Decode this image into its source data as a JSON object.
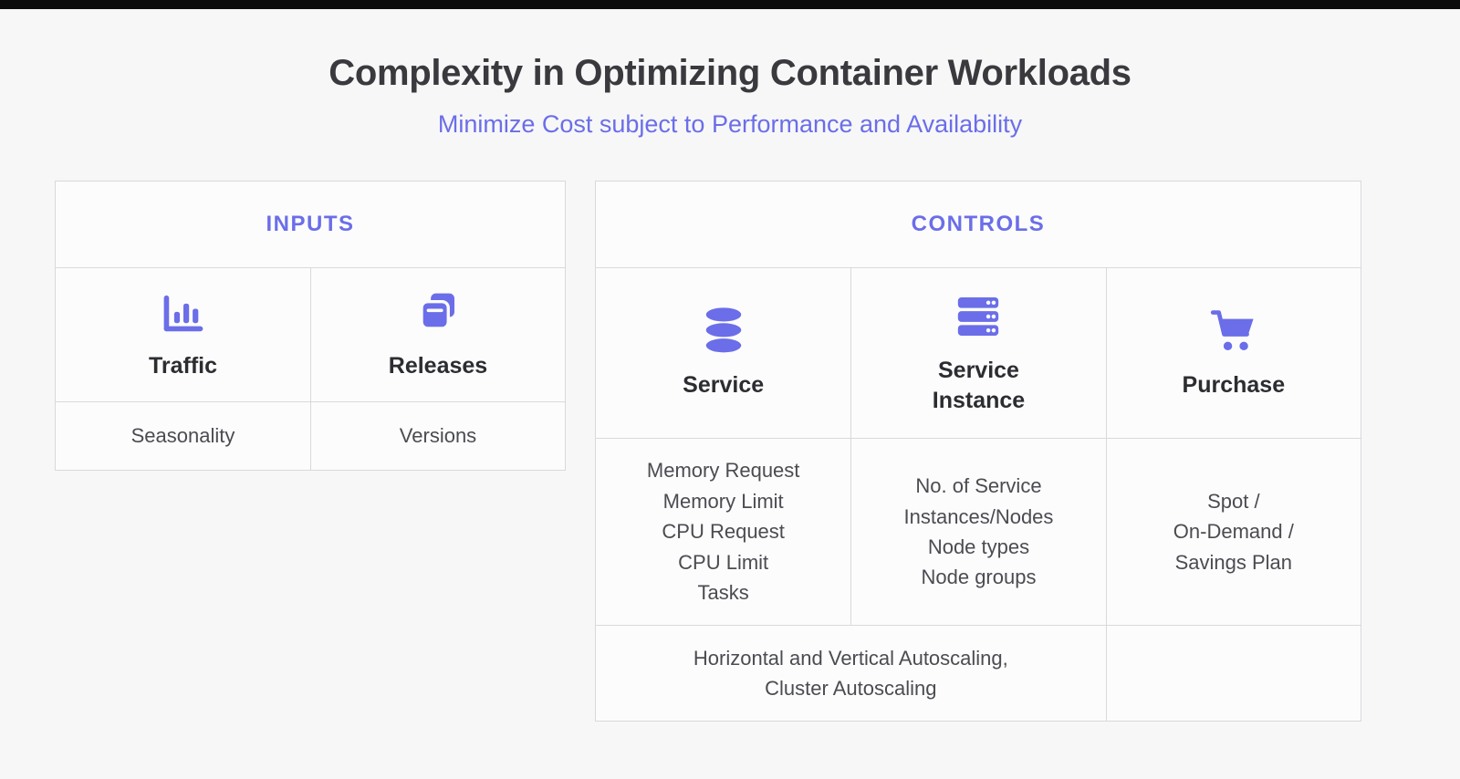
{
  "header": {
    "title": "Complexity in Optimizing Container Workloads",
    "subtitle": "Minimize Cost subject to Performance and Availability"
  },
  "inputs": {
    "header": "INPUTS",
    "columns": [
      {
        "icon": "bar-chart-icon",
        "label": "Traffic",
        "detail": "Seasonality"
      },
      {
        "icon": "copy-pages-icon",
        "label": "Releases",
        "detail": "Versions"
      }
    ]
  },
  "controls": {
    "header": "CONTROLS",
    "columns": [
      {
        "icon": "database-icon",
        "label": "Service",
        "lines": [
          "Memory Request",
          "Memory Limit",
          "CPU Request",
          "CPU Limit",
          "Tasks"
        ]
      },
      {
        "icon": "server-stack-icon",
        "label": "Service Instance",
        "lines": [
          "No. of Service",
          "Instances/Nodes",
          "Node types",
          "Node groups"
        ]
      },
      {
        "icon": "shopping-cart-icon",
        "label": "Purchase",
        "lines": [
          "Spot /",
          "On-Demand /",
          "Savings Plan"
        ]
      }
    ],
    "footer_lines": [
      "Horizontal and Vertical Autoscaling,",
      "Cluster Autoscaling"
    ]
  },
  "colors": {
    "accent": "#6b6ee8",
    "title": "#3a3a3e",
    "body_text": "#4b4c51",
    "border": "#d9d9dc",
    "background": "#f7f7f8",
    "top_bar": "#0c0c0c"
  }
}
